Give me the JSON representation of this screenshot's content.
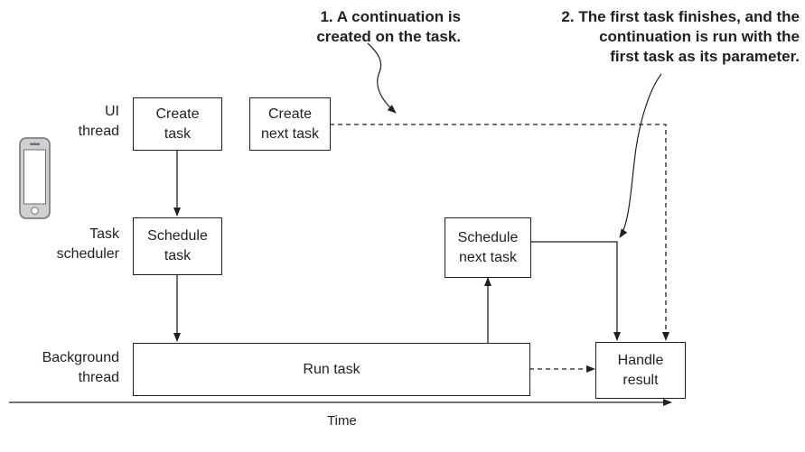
{
  "lanes": {
    "ui_thread": "UI\nthread",
    "task_scheduler": "Task\nscheduler",
    "background_thread": "Background\nthread"
  },
  "boxes": {
    "create_task": "Create\ntask",
    "create_next_task": "Create\nnext task",
    "schedule_task": "Schedule\ntask",
    "schedule_next_task": "Schedule\nnext task",
    "run_task": "Run task",
    "handle_result": "Handle\nresult"
  },
  "callouts": {
    "step1": "1. A continuation is\ncreated on the task.",
    "step2": "2. The first task finishes, and the\ncontinuation is run with the\nfirst task as its parameter."
  },
  "axis": {
    "label": "Time"
  },
  "icons": [
    "phone-icon"
  ]
}
